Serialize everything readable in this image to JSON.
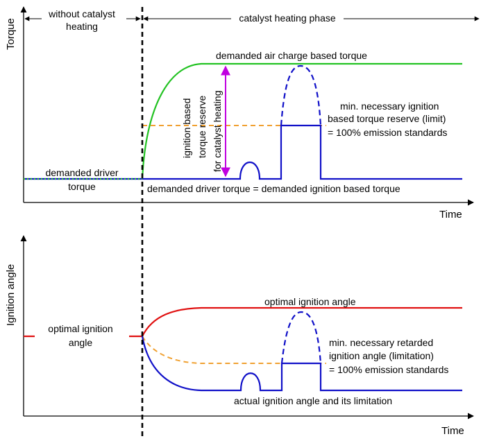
{
  "top_panel": {
    "y_axis_title": "Torque",
    "x_axis_title": "Time",
    "phase_left_line1": "without catalyst",
    "phase_left_line2": "heating",
    "phase_right": "catalyst heating phase",
    "air_charge_label": "demanded air charge based torque",
    "reserve_label_line1": "ignition based",
    "reserve_label_line2": "torque reserve",
    "reserve_label_line3": "for catalyst heating",
    "limit_label_line1": "min. necessary ignition",
    "limit_label_line2": "based torque reserve (limit)",
    "limit_label_line3": "= 100% emission standards",
    "driver_label_line1": "demanded driver",
    "driver_label_line2": "torque",
    "equality_label": "demanded driver torque = demanded ignition based torque"
  },
  "bottom_panel": {
    "y_axis_title": "Ignition angle",
    "x_axis_title": "Time",
    "optimal_left_line1": "optimal ignition",
    "optimal_left_line2": "angle",
    "optimal_right": "optimal ignition angle",
    "retard_label_line1": "min. necessary retarded",
    "retard_label_line2": "ignition angle (limitation)",
    "retard_label_line3": "= 100% emission standards",
    "actual_label": "actual ignition angle and its limitation"
  },
  "colors": {
    "green": "#22c222",
    "blue": "#1010c8",
    "orange": "#f0a030",
    "red": "#e01010",
    "magenta": "#c000e0",
    "black": "#000000"
  }
}
